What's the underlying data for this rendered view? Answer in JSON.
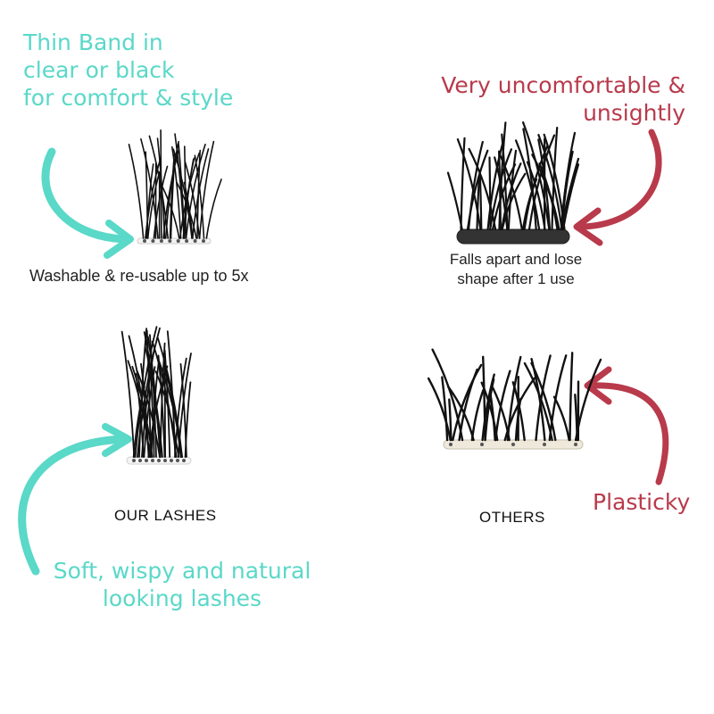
{
  "callouts": {
    "thin_band": "Thin Band in\nclear or black\nfor comfort & style",
    "uncomfortable": "Very uncomfortable &\nunsightly",
    "soft_wispy": "Soft, wispy and natural\nlooking lashes",
    "plasticky": "Plasticky"
  },
  "captions": {
    "washable": "Washable & re-usable up to 5x",
    "falls_apart": "Falls apart and lose\nshape after 1 use"
  },
  "labels": {
    "our_lashes": "OUR LASHES",
    "others": "OTHERS"
  },
  "colors": {
    "teal": "#5ad8c8",
    "red": "#b83a4b"
  }
}
